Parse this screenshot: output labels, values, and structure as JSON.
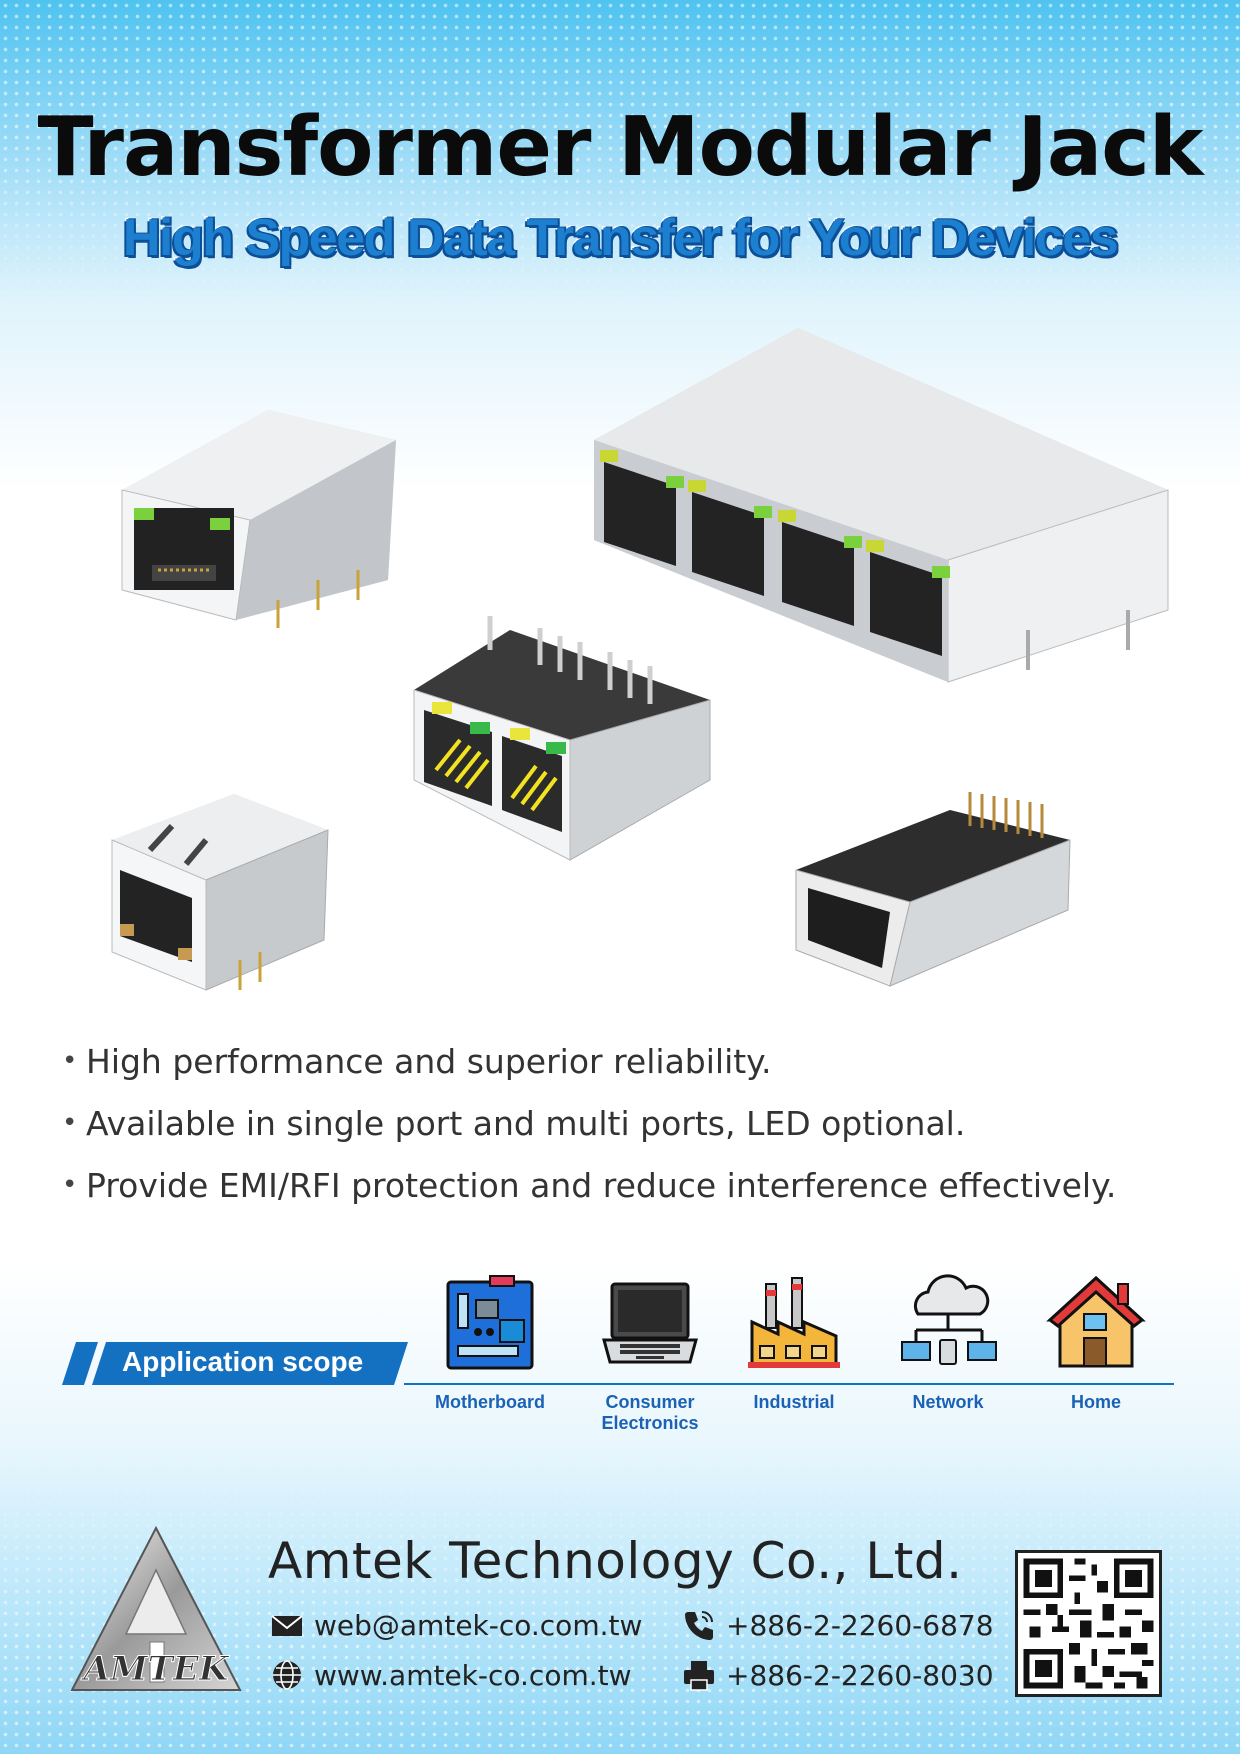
{
  "header": {
    "title": "Transformer Modular Jack",
    "subtitle": "High Speed Data Transfer for Your Devices"
  },
  "features": [
    "High performance and superior reliability.",
    "Available in single port and multi ports, LED optional.",
    "Provide EMI/RFI protection and reduce interference effectively."
  ],
  "application": {
    "heading": "Application scope",
    "items": [
      {
        "label": "Motherboard",
        "icon": "motherboard-icon"
      },
      {
        "label": "Consumer Electronics",
        "icon": "laptop-icon"
      },
      {
        "label": "Industrial",
        "icon": "factory-icon"
      },
      {
        "label": "Network",
        "icon": "cloud-network-icon"
      },
      {
        "label": "Home",
        "icon": "house-icon"
      }
    ]
  },
  "footer": {
    "company": "Amtek Technology Co., Ltd.",
    "logo_text": "AMTEK",
    "email": "web@amtek-co.com.tw",
    "website": "www.amtek-co.com.tw",
    "phone": "+886-2-2260-6878",
    "fax": "+886-2-2260-8030"
  },
  "colors": {
    "accent_blue": "#1470c0",
    "title_black": "#0b0b0b",
    "label_blue": "#1b62b6"
  }
}
